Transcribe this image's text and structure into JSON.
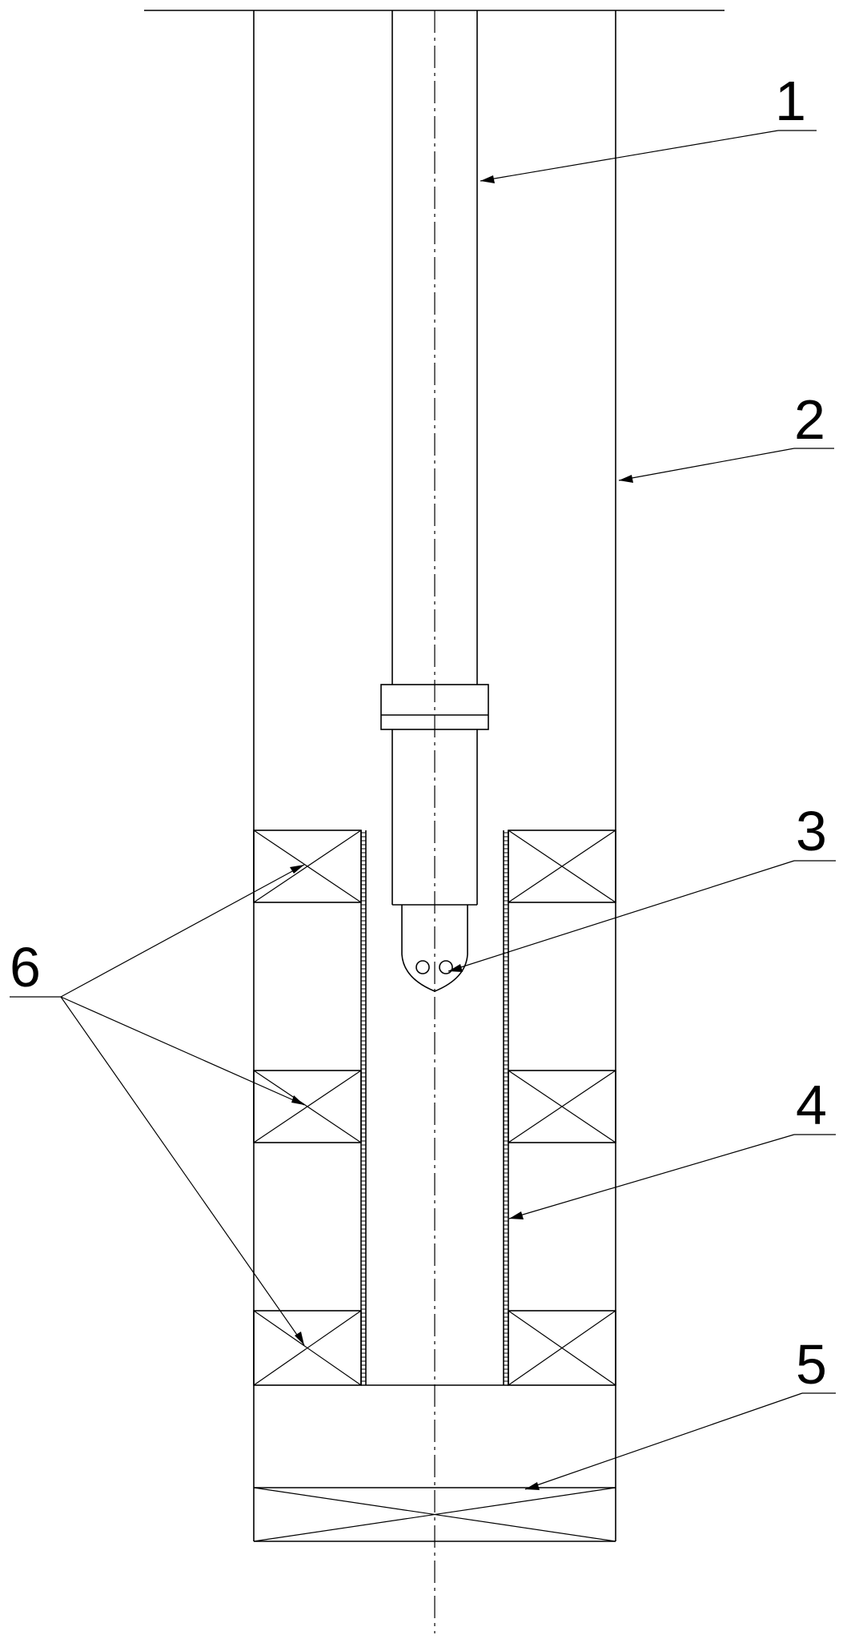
{
  "callouts": [
    {
      "id": "1",
      "text": "1",
      "target": "drill-pipe"
    },
    {
      "id": "2",
      "text": "2",
      "target": "outer-casing"
    },
    {
      "id": "3",
      "text": "3",
      "target": "nozzle-head"
    },
    {
      "id": "4",
      "text": "4",
      "target": "screen-tube"
    },
    {
      "id": "5",
      "text": "5",
      "target": "bottom-plug"
    },
    {
      "id": "6",
      "text": "6",
      "target": "packers"
    }
  ]
}
